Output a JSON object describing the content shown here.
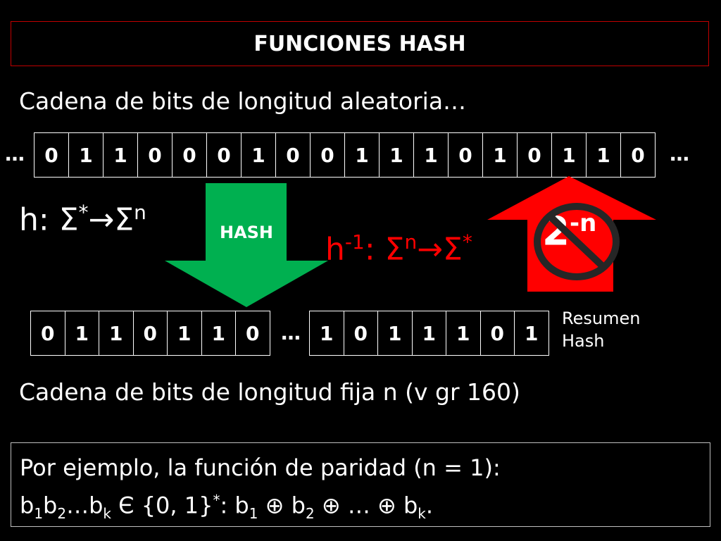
{
  "title": "FUNCIONES HASH",
  "line1": "Cadena de bits de longitud aleatoria…",
  "ellipsis": "…",
  "top_bits": [
    "0",
    "1",
    "1",
    "0",
    "0",
    "0",
    "1",
    "0",
    "0",
    "1",
    "1",
    "1",
    "0",
    "1",
    "0",
    "1",
    "1",
    "0"
  ],
  "hash_label": "HASH",
  "formula_h": {
    "prefix": "h: Σ",
    "star": "*",
    "arrow": "→Σ",
    "n": "n"
  },
  "formula_hinv": {
    "h": "h",
    "exp": "-1",
    "colon": ": Σ",
    "n": "n",
    "arrow": "→Σ",
    "star": "*"
  },
  "forbidden": {
    "base": "2",
    "exp": "-n"
  },
  "bottom_bits_left": [
    "0",
    "1",
    "1",
    "0",
    "1",
    "1",
    "0"
  ],
  "bottom_bits_right": [
    "1",
    "0",
    "1",
    "1",
    "1",
    "0",
    "1"
  ],
  "resumen": {
    "line1": "Resumen",
    "line2": "Hash"
  },
  "line2": "Cadena de bits de longitud fija n (v gr 160)",
  "example": {
    "line1": "Por ejemplo, la función de paridad (n = 1):",
    "b": "b",
    "sub1": "1",
    "sub2": "2",
    "dots": "…",
    "subk": "k",
    "set": " Є {0, 1}",
    "star": "*",
    "colon_b": ": b",
    "xor": " ⊕ ",
    "end": "."
  },
  "colors": {
    "green": "#00b050",
    "red": "#ff0000",
    "title_border": "#c00000"
  },
  "icons": [
    "down-arrow-icon",
    "up-arrow-icon",
    "prohibited-icon"
  ]
}
